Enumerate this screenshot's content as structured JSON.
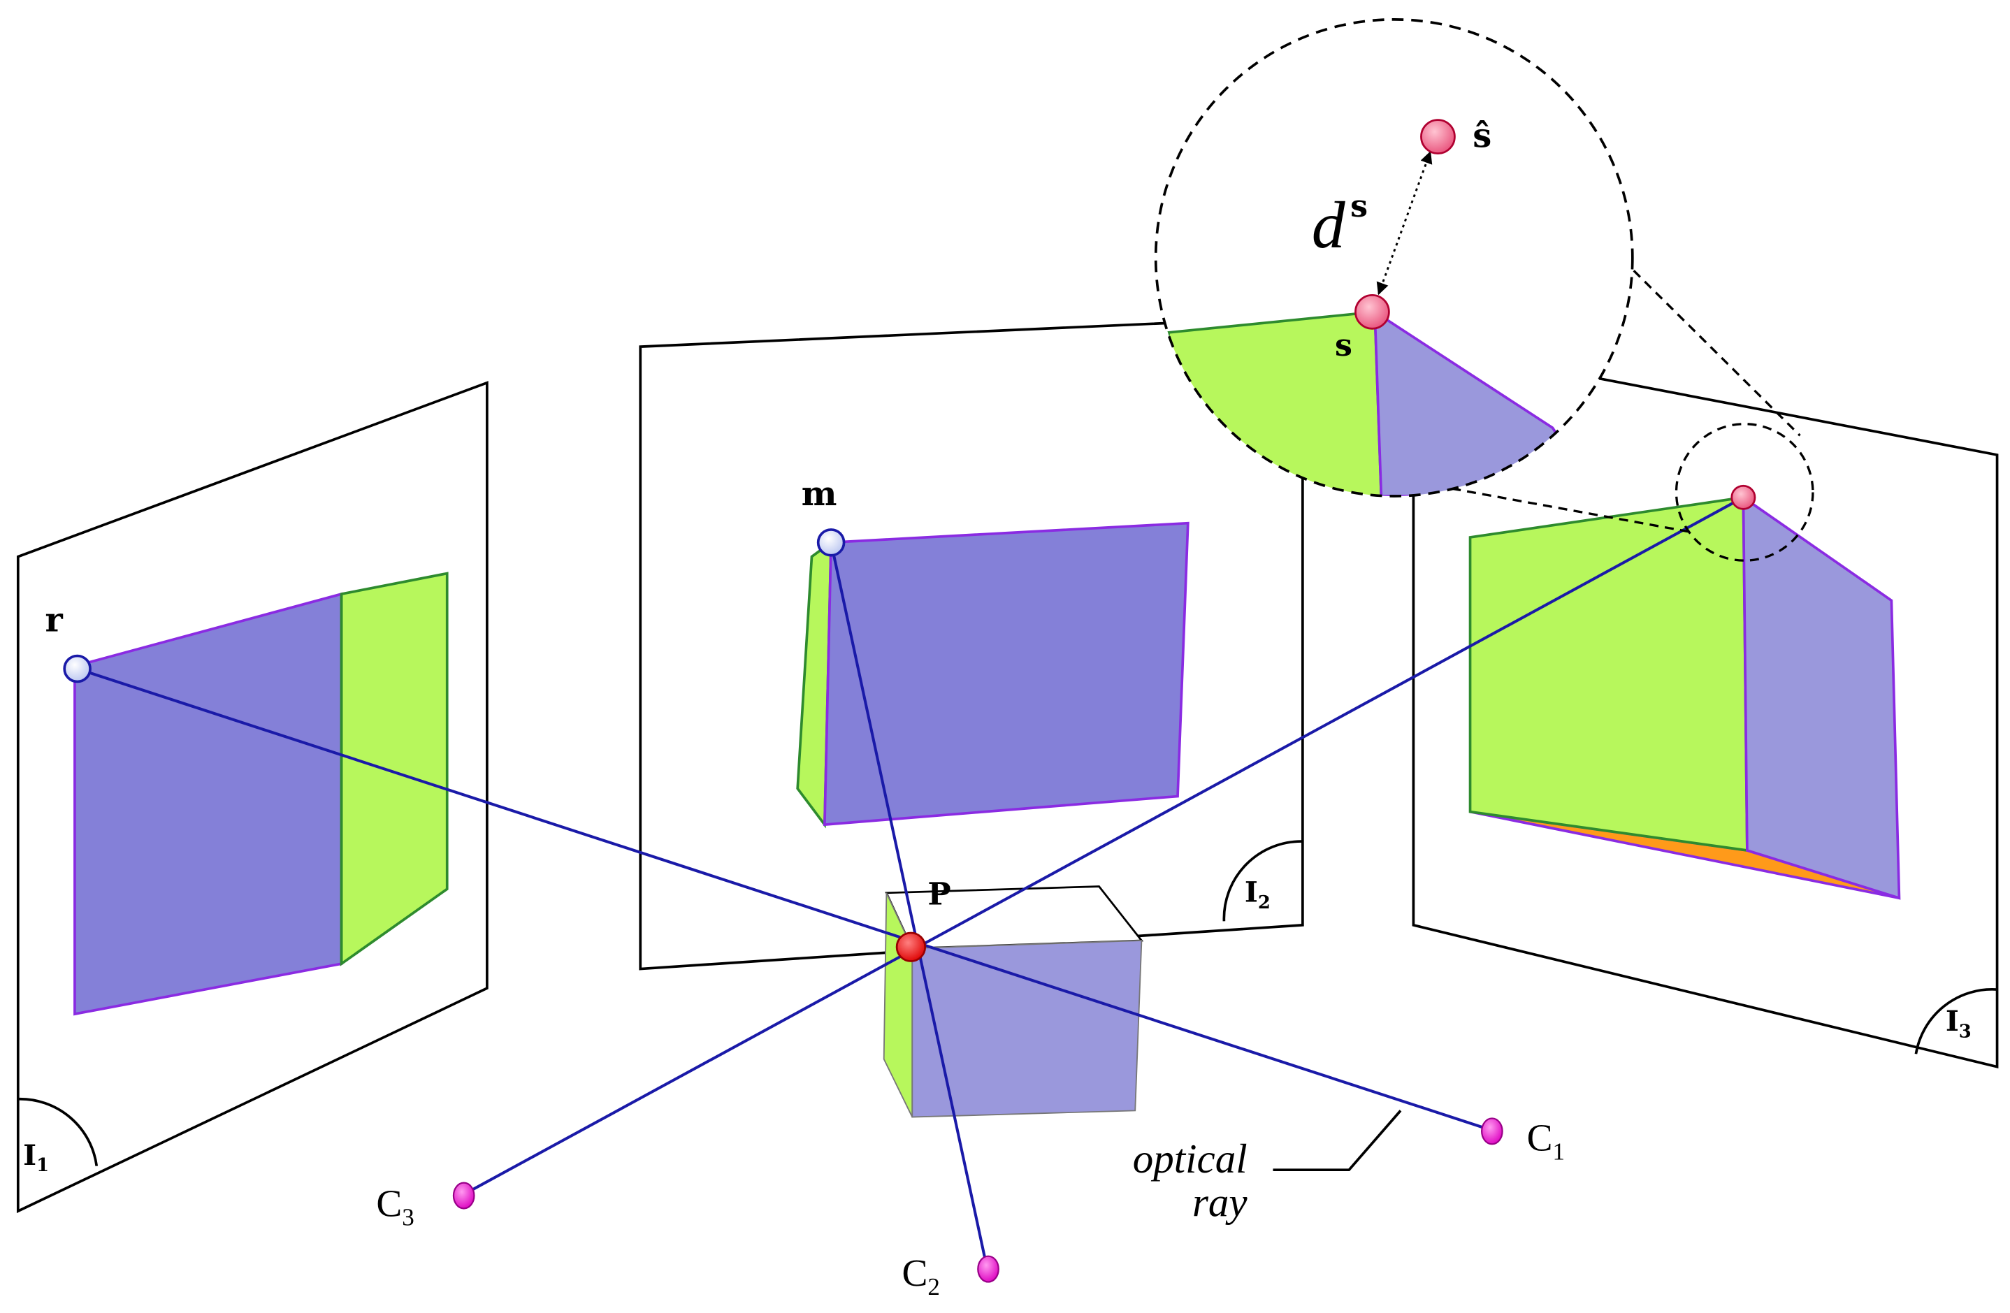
{
  "colors": {
    "face_blue": "#8480d8",
    "face_blue_light": "#9a98dc",
    "face_green": "#b7f75c",
    "face_orange": "#ff9a1a",
    "edge_purple": "#8a2be2",
    "edge_green": "#2e8b2e",
    "ray_blue": "#1a1aa8",
    "camera_magenta": "#ee22cc",
    "point_red": "#ee1111",
    "point_pink": "#f06080",
    "point_white_blue": "#dfe6ff",
    "frame_black": "#000000"
  },
  "labels": {
    "point_r": "r",
    "point_m": "m",
    "point_P": "P",
    "point_s": "s",
    "point_s_hat": "ŝ",
    "distance_d": "d",
    "distance_sup": "s",
    "image1_main": "I",
    "image1_sub": "1",
    "image2_main": "I",
    "image2_sub": "2",
    "image3_main": "I",
    "image3_sub": "3",
    "camera1_main": "C",
    "camera1_sub": "1",
    "camera2_main": "C",
    "camera2_sub": "2",
    "camera3_main": "C",
    "camera3_sub": "3",
    "optical_line1": "optical",
    "optical_line2": "ray"
  },
  "icons": {
    "points": "circle-marker-icon",
    "cameras": "camera-center-icon"
  }
}
